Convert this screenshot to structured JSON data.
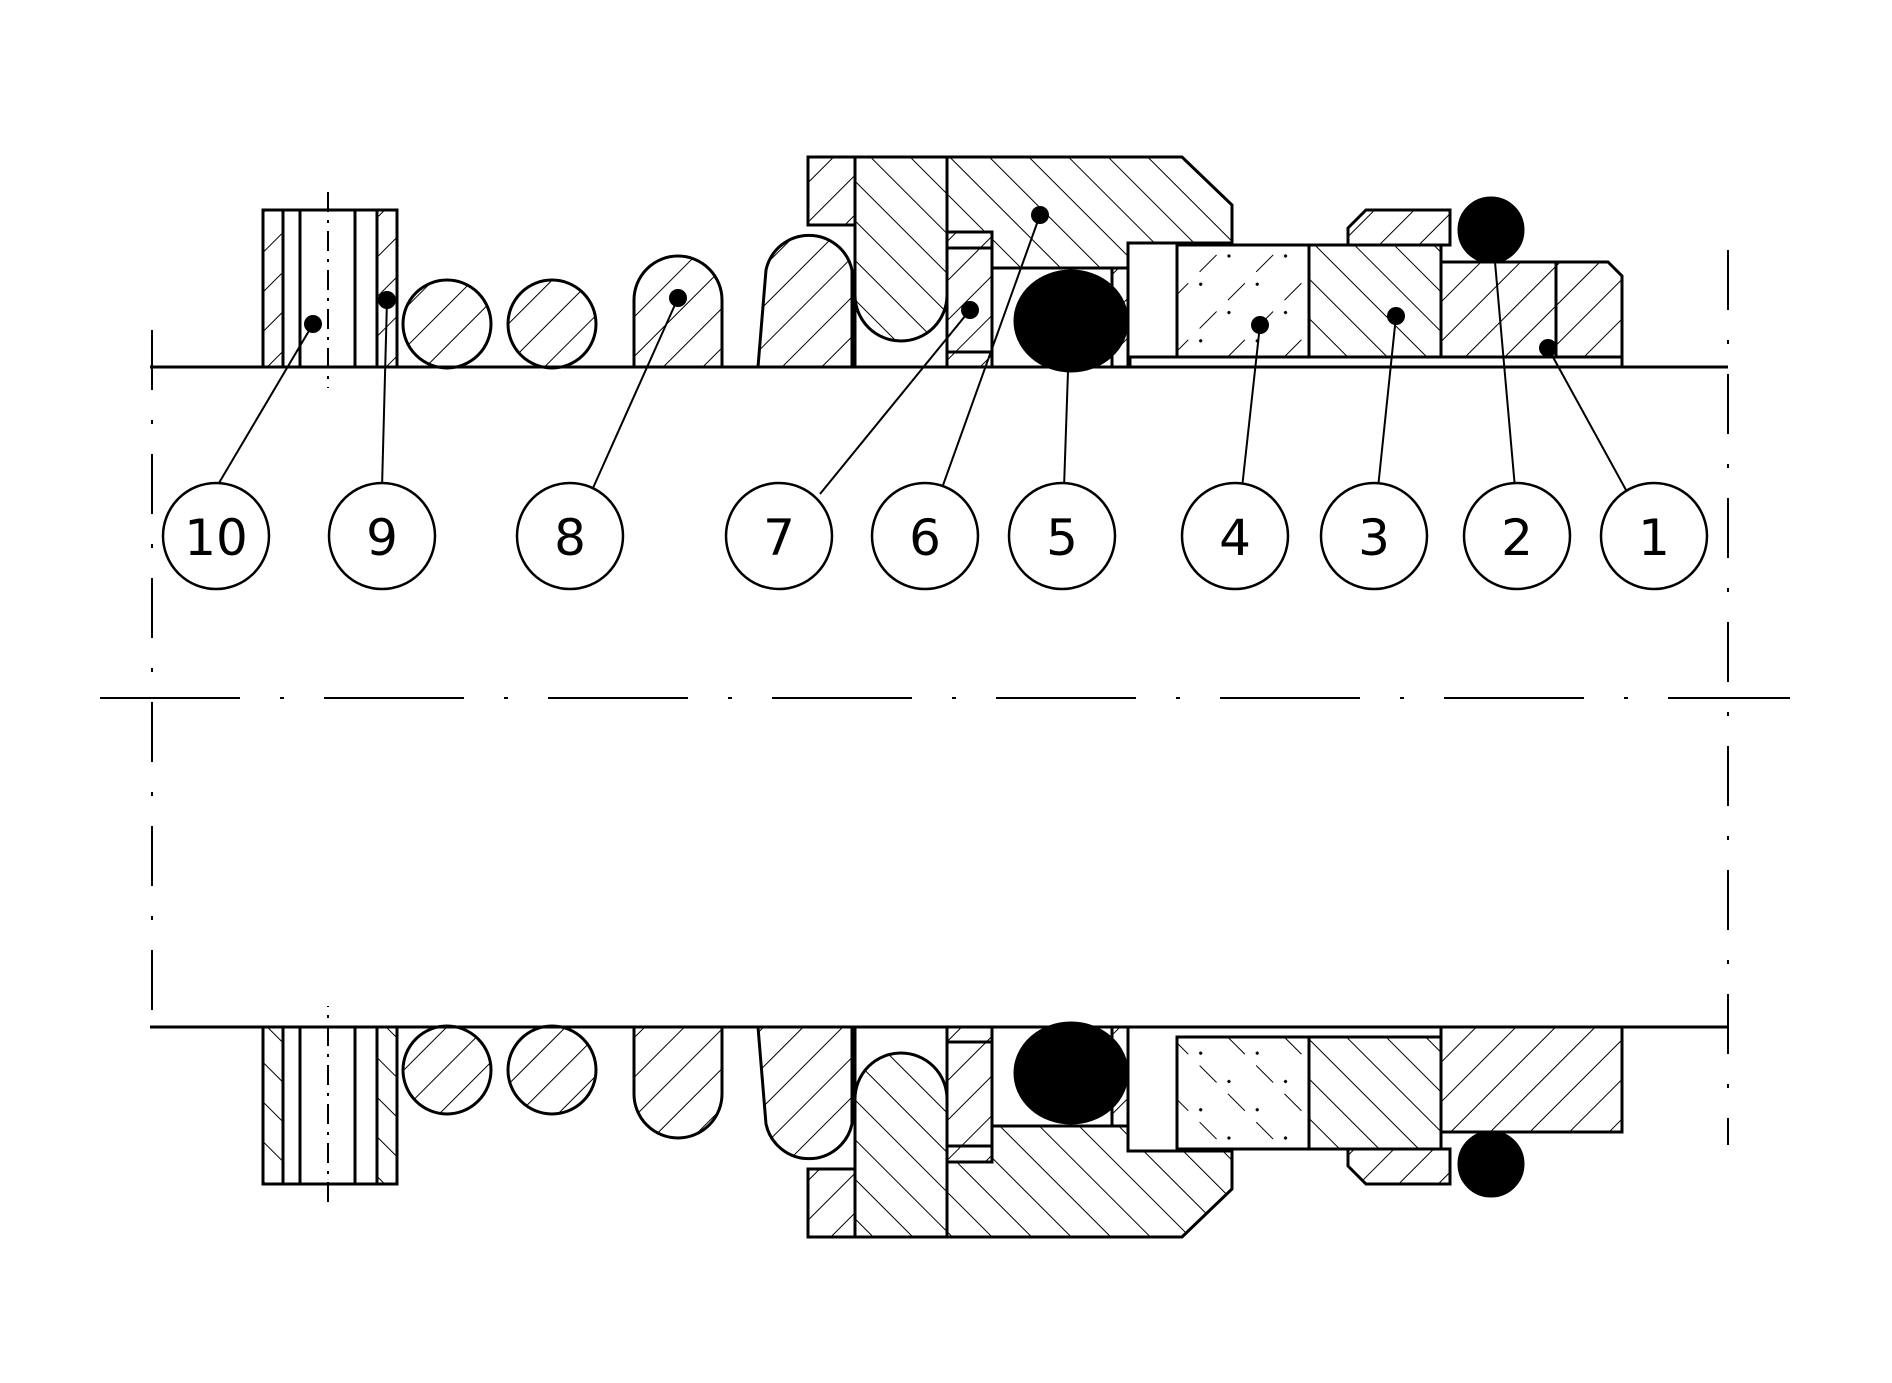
{
  "balloons": [
    {
      "label": "10",
      "target": "item-10"
    },
    {
      "label": "9",
      "target": "item-9"
    },
    {
      "label": "8",
      "target": "item-8"
    },
    {
      "label": "7",
      "target": "item-7"
    },
    {
      "label": "6",
      "target": "item-6"
    },
    {
      "label": "5",
      "target": "item-5"
    },
    {
      "label": "4",
      "target": "item-4"
    },
    {
      "label": "3",
      "target": "item-3"
    },
    {
      "label": "2",
      "target": "item-2"
    },
    {
      "label": "1",
      "target": "item-1"
    }
  ],
  "colors": {
    "line": "#000000",
    "background": "#ffffff"
  }
}
